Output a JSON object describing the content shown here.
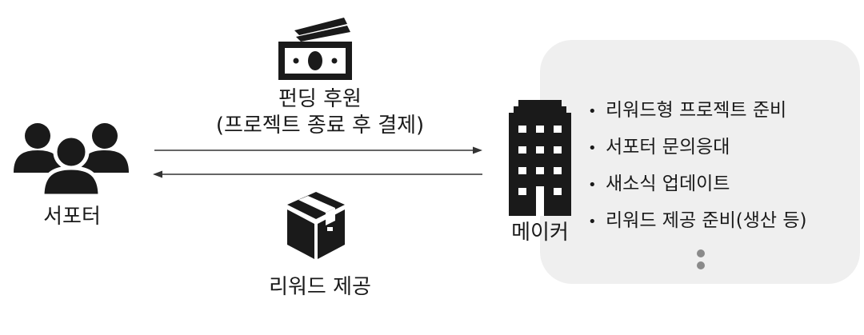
{
  "funding_label_line1": "펀딩 후원",
  "funding_label_line2": "(프로젝트 종료 후 결제)",
  "reward_label": "리워드 제공",
  "supporter_label": "서포터",
  "maker_label": "메이커",
  "maker_tasks": [
    "리워드형 프로젝트 준비",
    "서포터 문의응대",
    "새소식 업데이트",
    "리워드 제공 준비(생산 등)"
  ],
  "bullet": "•",
  "colors": {
    "icon": "#1a1a1a",
    "panel": "#efefef",
    "arrow": "#333333",
    "ellipsis_dots": "#8a8a8a"
  },
  "icons": [
    "money-icon",
    "box-icon",
    "people-icon",
    "building-icon"
  ]
}
